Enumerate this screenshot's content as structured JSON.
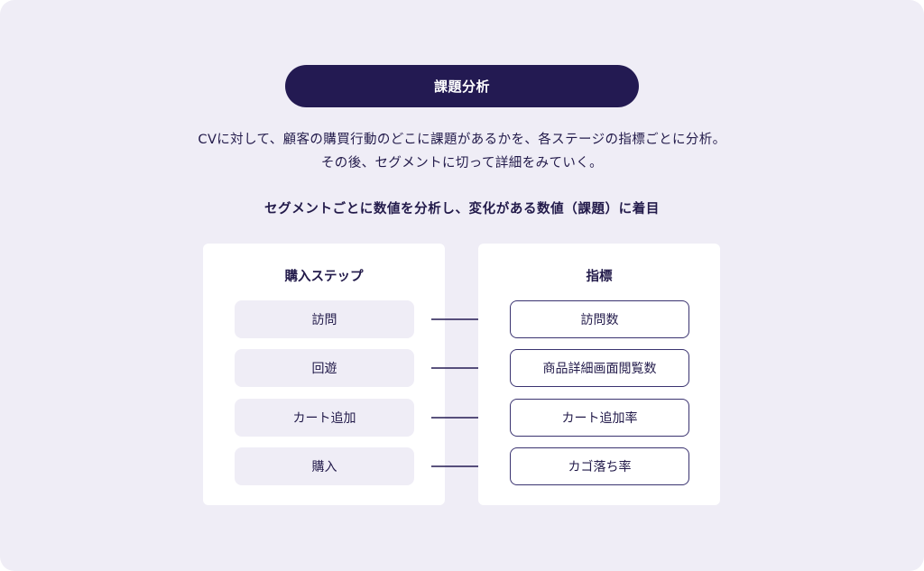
{
  "header": {
    "title": "課題分析"
  },
  "description": {
    "line1": "CVに対して、顧客の購買行動のどこに課題があるかを、各ステージの指標ごとに分析。",
    "line2": "その後、セグメントに切って詳細をみていく。"
  },
  "subheading": "セグメントごとに数値を分析し、変化がある数値（課題）に着目",
  "steps_panel": {
    "title": "購入ステップ",
    "items": [
      {
        "label": "訪問"
      },
      {
        "label": "回遊"
      },
      {
        "label": "カート追加"
      },
      {
        "label": "購入"
      }
    ]
  },
  "metrics_panel": {
    "title": "指標",
    "items": [
      {
        "label": "訪問数"
      },
      {
        "label": "商品詳細画面閲覧数"
      },
      {
        "label": "カート追加率"
      },
      {
        "label": "カゴ落ち率"
      }
    ]
  },
  "colors": {
    "background": "#efedf6",
    "accent": "#231a52",
    "panel": "#ffffff"
  }
}
